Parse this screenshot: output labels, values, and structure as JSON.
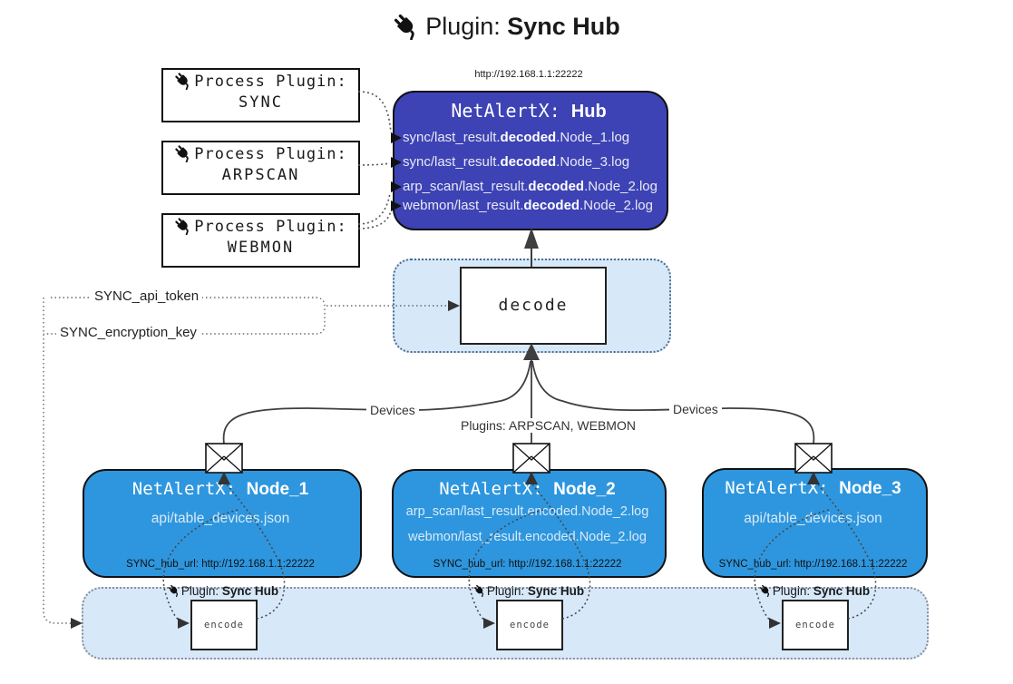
{
  "title": {
    "prefix": "Plugin:",
    "name": "Sync Hub"
  },
  "process_plugins": [
    {
      "label": "Process Plugin:",
      "name": "SYNC"
    },
    {
      "label": "Process Plugin:",
      "name": "ARPSCAN"
    },
    {
      "label": "Process Plugin:",
      "name": "WEBMON"
    }
  ],
  "hub": {
    "url": "http://192.168.1.1:22222",
    "title_prefix": "NetAlertX: ",
    "title_name": "Hub",
    "logs": [
      {
        "pre": "sync/last_result.",
        "bold": "decoded",
        "post": ".Node_1.log"
      },
      {
        "pre": "sync/last_result.",
        "bold": "decoded",
        "post": ".Node_3.log"
      },
      {
        "pre": "arp_scan/last_result.",
        "bold": "decoded",
        "post": ".Node_2.log"
      },
      {
        "pre": "webmon/last_result.",
        "bold": "decoded",
        "post": ".Node_2.log"
      }
    ]
  },
  "decode": {
    "label": "decode"
  },
  "settings": {
    "api_token": "SYNC_api_token",
    "encryption_key": "SYNC_encryption_key"
  },
  "edges": {
    "devices_left": "Devices",
    "plugins_mid": "Plugins: ARPSCAN, WEBMON",
    "devices_right": "Devices"
  },
  "nodes": [
    {
      "title_prefix": "NetAlertX: ",
      "title_name": "Node_1",
      "files": [
        "api/table_devices.json"
      ],
      "hub_url": "SYNC_hub_url: http://192.168.1.1:22222"
    },
    {
      "title_prefix": "NetAlertX: ",
      "title_name": "Node_2",
      "files": [
        "arp_scan/last_result.encoded.Node_2.log",
        "webmon/last_result.encoded.Node_2.log"
      ],
      "hub_url": "SYNC_hub_url: http://192.168.1.1:22222"
    },
    {
      "title_prefix": "NetAlertX: ",
      "title_name": "Node_3",
      "files": [
        "api/table_devices.json"
      ],
      "hub_url": "SYNC_hub_url: http://192.168.1.1:22222"
    }
  ],
  "encoders": [
    {
      "plugin_prefix": "Plugin: ",
      "plugin_name": "Sync Hub",
      "label": "encode"
    },
    {
      "plugin_prefix": "Plugin: ",
      "plugin_name": "Sync Hub",
      "label": "encode"
    },
    {
      "plugin_prefix": "Plugin: ",
      "plugin_name": "Sync Hub",
      "label": "encode"
    }
  ],
  "colors": {
    "hub_fill": "#3D43B5",
    "node_fill": "#2E96DE",
    "panel_fill": "#D7E8F9",
    "line": "#3f3f3f"
  }
}
